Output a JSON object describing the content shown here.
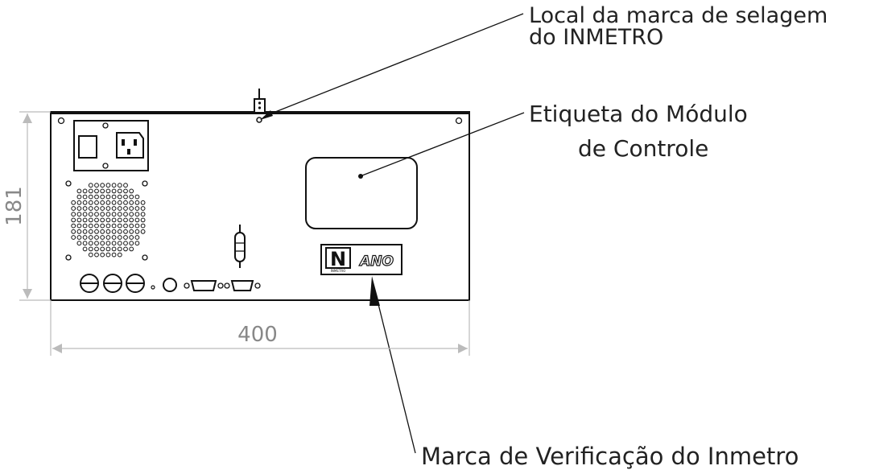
{
  "annotations": {
    "seal_line1": "Local da marca de selagem",
    "seal_line2": "do INMETRO",
    "label_line1": "Etiqueta do Módulo",
    "label_line2": "de Controle",
    "verification": "Marca de Verificação do Inmetro"
  },
  "dimensions": {
    "height": "181",
    "width": "400"
  },
  "badge": {
    "logo_letter": "N",
    "logo_sub": "INMETRO",
    "text": "ANO"
  }
}
